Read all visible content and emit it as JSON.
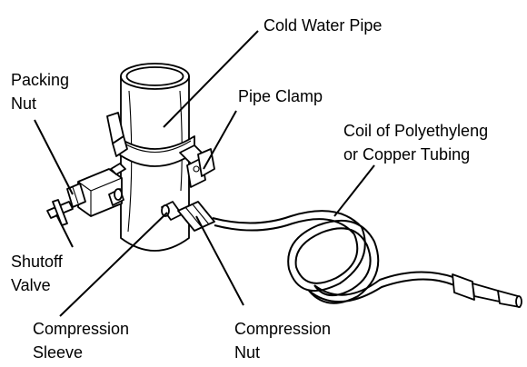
{
  "labels": {
    "cold_water_pipe": "Cold Water Pipe",
    "packing_nut_1": "Packing",
    "packing_nut_2": "Nut",
    "pipe_clamp": "Pipe Clamp",
    "coil_1": "Coil of Polyethyleng",
    "coil_2": "or Copper Tubing",
    "shutoff_1": "Shutoff",
    "shutoff_2": "Valve",
    "sleeve_1": "Compression",
    "sleeve_2": "Sleeve",
    "nut_1": "Compression",
    "nut_2": "Nut"
  }
}
